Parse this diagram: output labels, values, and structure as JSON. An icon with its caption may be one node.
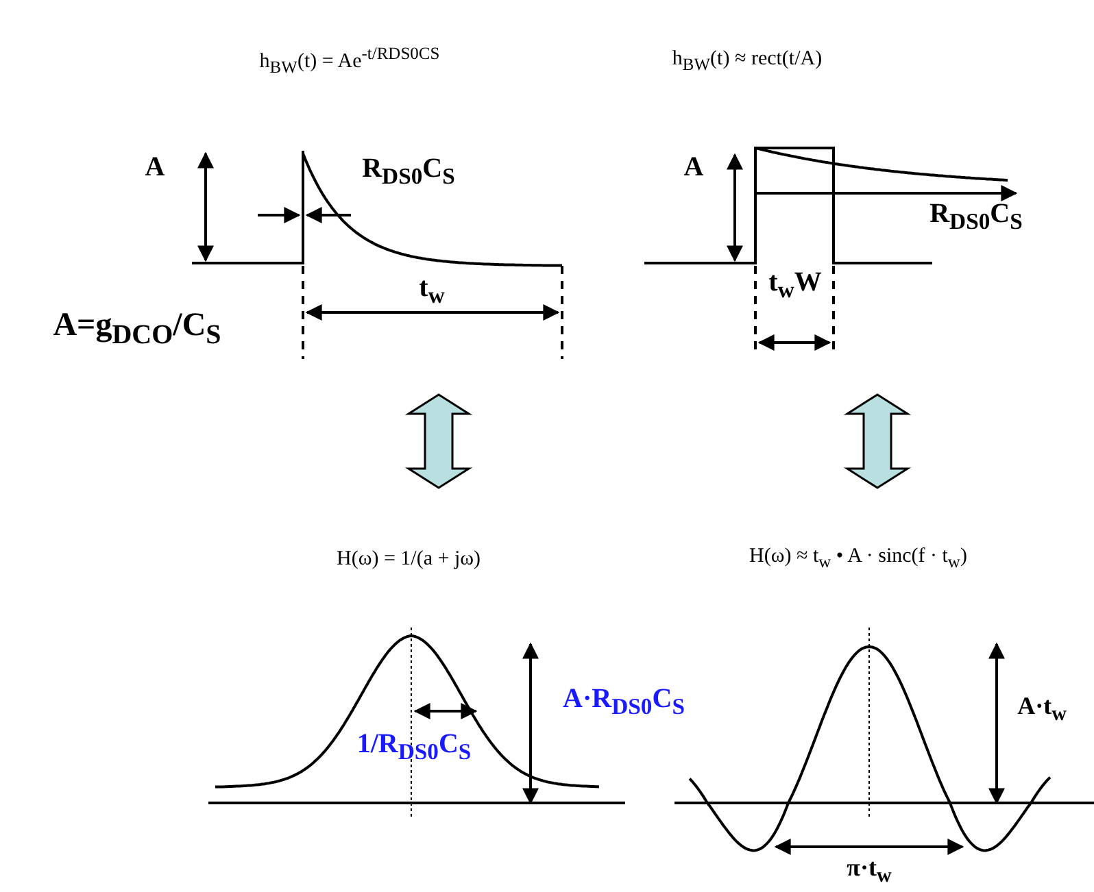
{
  "diagram": {
    "labels": [
      "h$_{BW}$(t) = Ae$^{-t/RDS0CS}$",
      "h$_{BW}$(t) ≈ rect(t/A)",
      "A",
      "R$_{DS0}$C$_{S}$",
      "t$_{w}$",
      "A=g$_{DCO}$/C$_{S}$",
      "A",
      "R$_{DS0}$C$_{S}$",
      "t$_{w}$W",
      "H(ω) = 1/(a + jω)",
      "A·R$_{DS0}$C$_{S}$",
      "1/R$_{DS0}$C$_{S}$",
      "H(ω) ≈ t$_{w}$ • A · sinc(f · t$_{w}$)",
      "A·t$_{w}$",
      "π·t$_{w}$"
    ]
  }
}
